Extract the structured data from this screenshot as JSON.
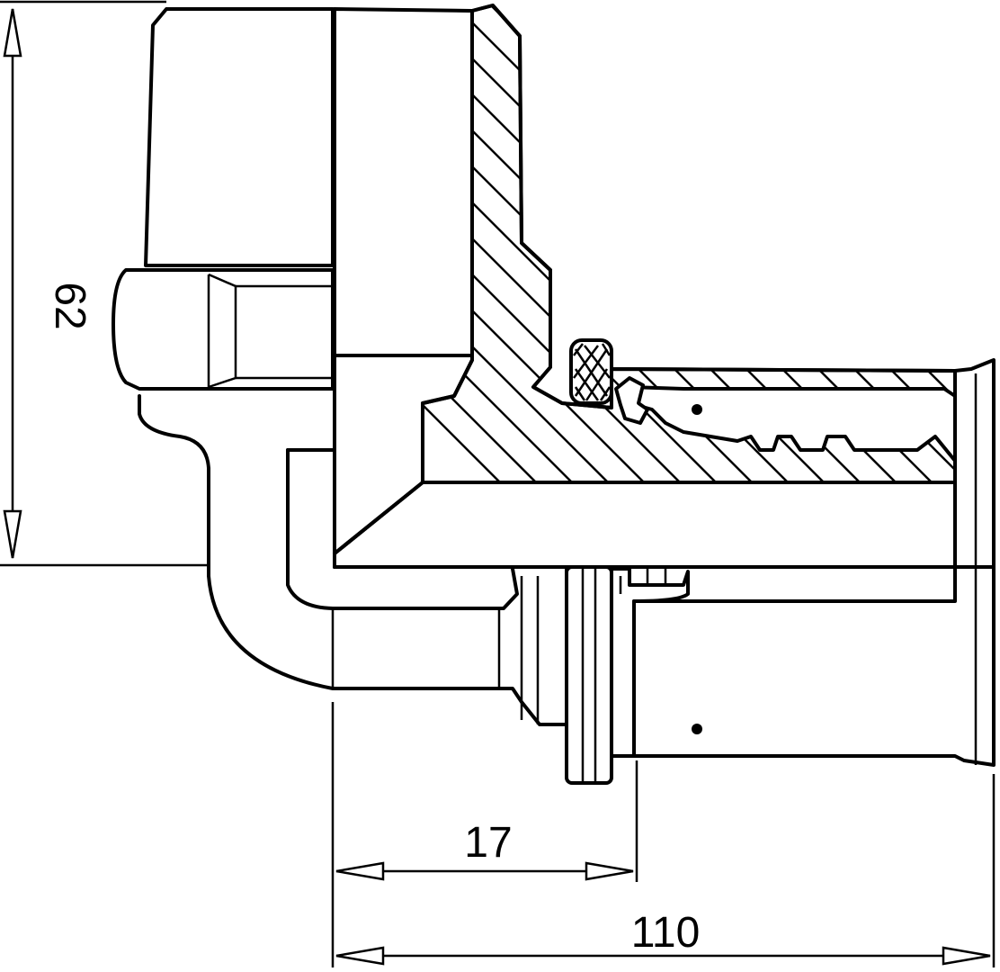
{
  "dimensions": {
    "height_label": "62",
    "inner_length_label": "17",
    "total_length_label": "110"
  }
}
